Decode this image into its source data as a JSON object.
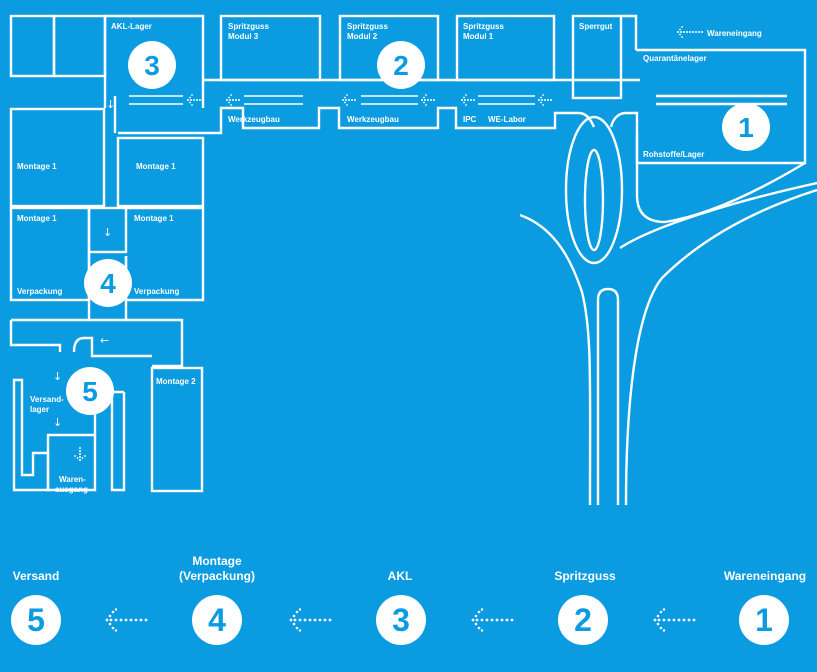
{
  "plan": {
    "rooms": {
      "akl_lager": "AKL-Lager",
      "spritzguss_modul_3": [
        "Spritzguss",
        "Modul 3"
      ],
      "spritzguss_modul_2": [
        "Spritzguss",
        "Modul 2"
      ],
      "spritzguss_modul_1": [
        "Spritzguss",
        "Modul 1"
      ],
      "sperrgut": "Sperrgut",
      "wareneingang": "Wareneingang",
      "quarantaenelager": "Quarantänelager",
      "rohstoffe_lager": "Rohstoffe/Lager",
      "werkzeugbau_3": "Werkzeugbau",
      "werkzeugbau_2": "Werkzeugbau",
      "ipc": "IPC",
      "we_labor": "WE-Labor",
      "montage_1_a": "Montage 1",
      "montage_1_b": "Montage 1",
      "montage_1_c": "Montage 1",
      "montage_1_d": "Montage 1",
      "verpackung_left": "Verpackung",
      "verpackung_right": "Verpackung",
      "montage_2": "Montage 2",
      "versandlager": [
        "Versand-",
        "lager"
      ],
      "warenausgang": [
        "Waren-",
        "ausgang"
      ]
    },
    "markers": [
      "1",
      "2",
      "3",
      "4",
      "5"
    ]
  },
  "legend": {
    "steps": [
      {
        "number": "5",
        "title": "Versand"
      },
      {
        "number": "4",
        "title": "Montage\n(Verpackung)"
      },
      {
        "number": "3",
        "title": "AKL"
      },
      {
        "number": "2",
        "title": "Spritzguss"
      },
      {
        "number": "1",
        "title": "Wareneingang"
      }
    ]
  },
  "colors": {
    "background": "#0a9be0",
    "foreground": "#ffffff"
  },
  "icons": {
    "flow_arrow": "dotted-arrow-left-icon",
    "direction_arrow": "thin-arrow-icon"
  }
}
